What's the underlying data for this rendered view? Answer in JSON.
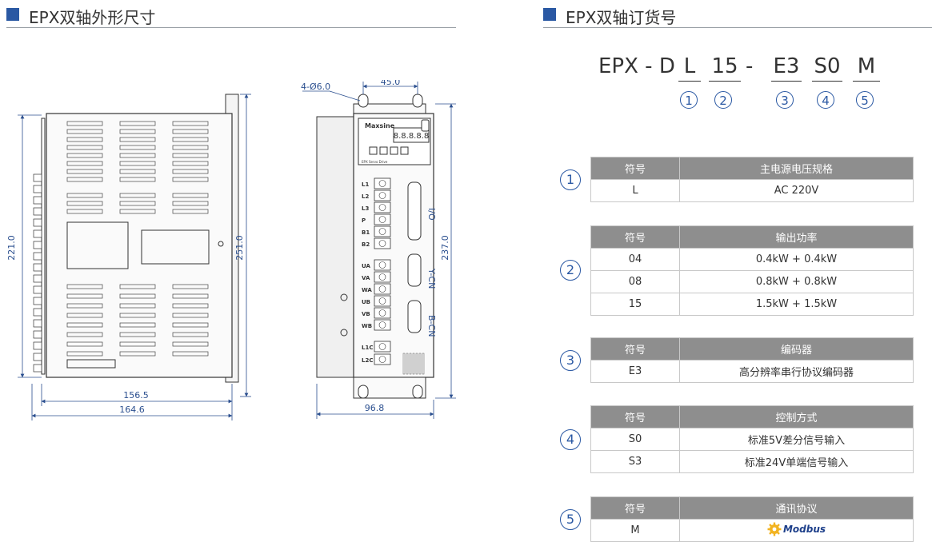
{
  "left_section": {
    "title": "EPX双轴外形尺寸"
  },
  "right_section": {
    "title": "EPX双轴订货号"
  },
  "drawing": {
    "hole_label": "4-Ø6.0",
    "dims": {
      "top_width": "45.0",
      "left_height": "221.0",
      "side_height": "251.0",
      "front_height": "237.0",
      "bottom_inner": "156.5",
      "bottom_outer": "164.6",
      "front_depth": "96.8"
    },
    "panel": {
      "brand": "Maxsine",
      "display": "8.8.8.8.8",
      "model_text": "EPX Servo Drive",
      "terminals_top": [
        "L1",
        "L2",
        "L3",
        "P",
        "B1",
        "B2"
      ],
      "terminals_mid": [
        "UA",
        "VA",
        "WA",
        "UB",
        "VB",
        "WB"
      ],
      "terminals_bot": [
        "L1C",
        "L2C"
      ],
      "ports": [
        "I/O",
        "Y-CN",
        "B-CN"
      ]
    }
  },
  "order_code": {
    "prefix": "EPX - D",
    "sep": "-",
    "parts": [
      "L",
      "15",
      "E3",
      "S0",
      "M"
    ],
    "marks": [
      "①",
      "②",
      "③",
      "④",
      "⑤"
    ]
  },
  "tables": [
    {
      "mark": "①",
      "header": [
        "符号",
        "主电源电压规格"
      ],
      "rows": [
        [
          "L",
          "AC 220V"
        ]
      ]
    },
    {
      "mark": "②",
      "header": [
        "符号",
        "输出功率"
      ],
      "rows": [
        [
          "04",
          "0.4kW + 0.4kW"
        ],
        [
          "08",
          "0.8kW + 0.8kW"
        ],
        [
          "15",
          "1.5kW + 1.5kW"
        ]
      ]
    },
    {
      "mark": "③",
      "header": [
        "符号",
        "编码器"
      ],
      "rows": [
        [
          "E3",
          "高分辨率串行协议编码器"
        ]
      ]
    },
    {
      "mark": "④",
      "header": [
        "符号",
        "控制方式"
      ],
      "rows": [
        [
          "S0",
          "标准5V差分信号输入"
        ],
        [
          "S3",
          "标准24V单端信号输入"
        ]
      ]
    },
    {
      "mark": "⑤",
      "header": [
        "符号",
        "通讯协议"
      ],
      "rows": [
        [
          "M",
          "Modbus"
        ]
      ]
    }
  ],
  "colors": {
    "accent": "#2a58a3",
    "table_header": "#8e8e8e",
    "dimension": "#2b4f8f"
  }
}
